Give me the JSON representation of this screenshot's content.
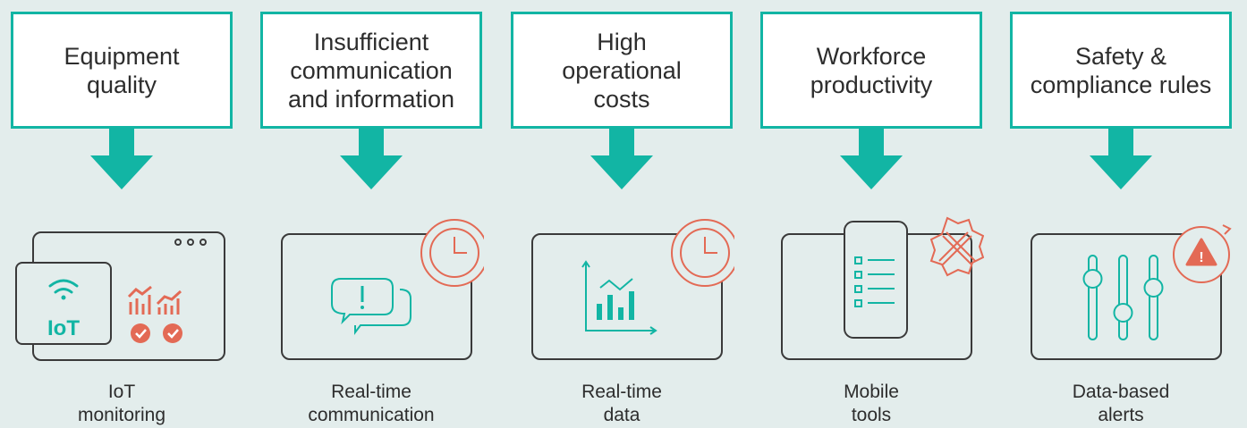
{
  "colors": {
    "background": "#e3edec",
    "accent": "#12b5a4",
    "alert": "#e36a55",
    "outline": "#3a3a3a"
  },
  "columns": [
    {
      "problem": "Equipment\nquality",
      "solution": "IoT\nmonitoring",
      "icon": "iot-dashboard-icon",
      "iot_label": "IoT"
    },
    {
      "problem": "Insufficient\ncommunication\nand information",
      "solution": "Real-time\ncommunication",
      "icon": "chat-clock-icon"
    },
    {
      "problem": "High\noperational\ncosts",
      "solution": "Real-time\ndata",
      "icon": "chart-clock-icon"
    },
    {
      "problem": "Workforce\nproductivity",
      "solution": "Mobile\ntools",
      "icon": "phone-tools-icon"
    },
    {
      "problem": "Safety &\ncompliance rules",
      "solution": "Data-based\nalerts",
      "icon": "sliders-alert-icon"
    }
  ]
}
